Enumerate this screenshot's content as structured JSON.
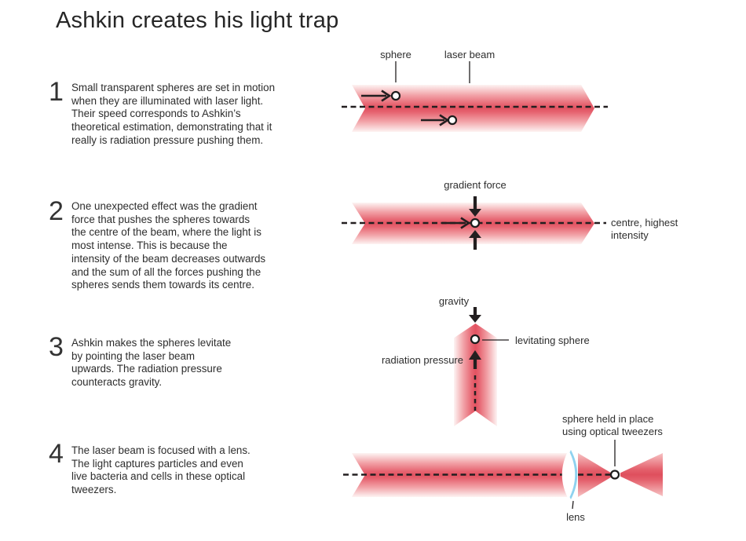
{
  "title": "Ashkin creates his light trap",
  "steps": [
    {
      "number": "1",
      "text": "Small transparent spheres are set in motion\nwhen they are illuminated with laser light.\nTheir speed corresponds to Ashkin’s\ntheoretical estimation, demonstrating that it\nreally is radiation pressure pushing them."
    },
    {
      "number": "2",
      "text": "One unexpected effect was the gradient\nforce that pushes the spheres towards\nthe centre of the beam, where the light is\nmost intense. This is because the\nintensity of the beam decreases outwards\nand the sum of all the forces pushing the\nspheres sends them towards its centre."
    },
    {
      "number": "3",
      "text": "Ashkin makes the spheres levitate\nby pointing the laser beam\nupwards. The radiation pressure\ncounteracts gravity."
    },
    {
      "number": "4",
      "text": "The laser beam is focused with a lens.\nThe light captures particles and even\nlive bacteria and cells in these optical\ntweezers."
    }
  ],
  "diagram1": {
    "sphere_label": "sphere",
    "beam_label": "laser beam"
  },
  "diagram2": {
    "force_label": "gradient force",
    "centre_label": "centre, highest\nintensity"
  },
  "diagram3": {
    "gravity_label": "gravity",
    "sphere_label": "levitating sphere",
    "pressure_label": "radiation pressure"
  },
  "diagram4": {
    "sphere_label": "sphere held in place\nusing optical tweezers",
    "lens_label": "lens"
  },
  "icons": {
    "right-arrow": "→",
    "down-arrow": "↓",
    "up-arrow": "↑"
  },
  "colors": {
    "beam_red": "#e25361",
    "beam_fade": "#fdf4f3",
    "lens_blue": "#8ed2ef",
    "ink": "#231f20",
    "text": "#2d2d2d"
  }
}
